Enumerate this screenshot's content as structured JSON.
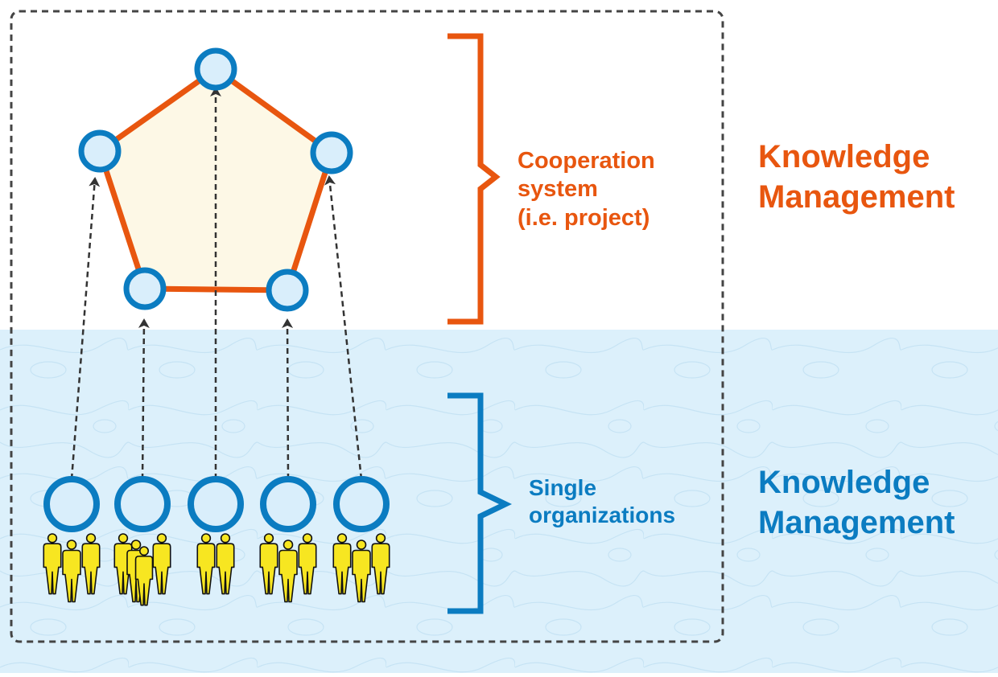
{
  "colors": {
    "orange": "#e8560f",
    "blue": "#0b7cc1",
    "node_fill": "#d9eefb",
    "polygon_fill": "#fdf8e6",
    "band": "#dcf0fb",
    "person": "#f7e621"
  },
  "top_group": {
    "bracket_label": [
      "Cooperation",
      "system",
      "(i.e. project)"
    ],
    "side_label": [
      "Knowledge",
      "Management"
    ]
  },
  "bottom_group": {
    "bracket_label": [
      "Single",
      "organizations"
    ],
    "side_label": [
      "Knowledge",
      "Management"
    ]
  },
  "organizations": [
    {
      "people_count": 3
    },
    {
      "people_count": 4
    },
    {
      "people_count": 2
    },
    {
      "people_count": 3
    },
    {
      "people_count": 3
    }
  ]
}
